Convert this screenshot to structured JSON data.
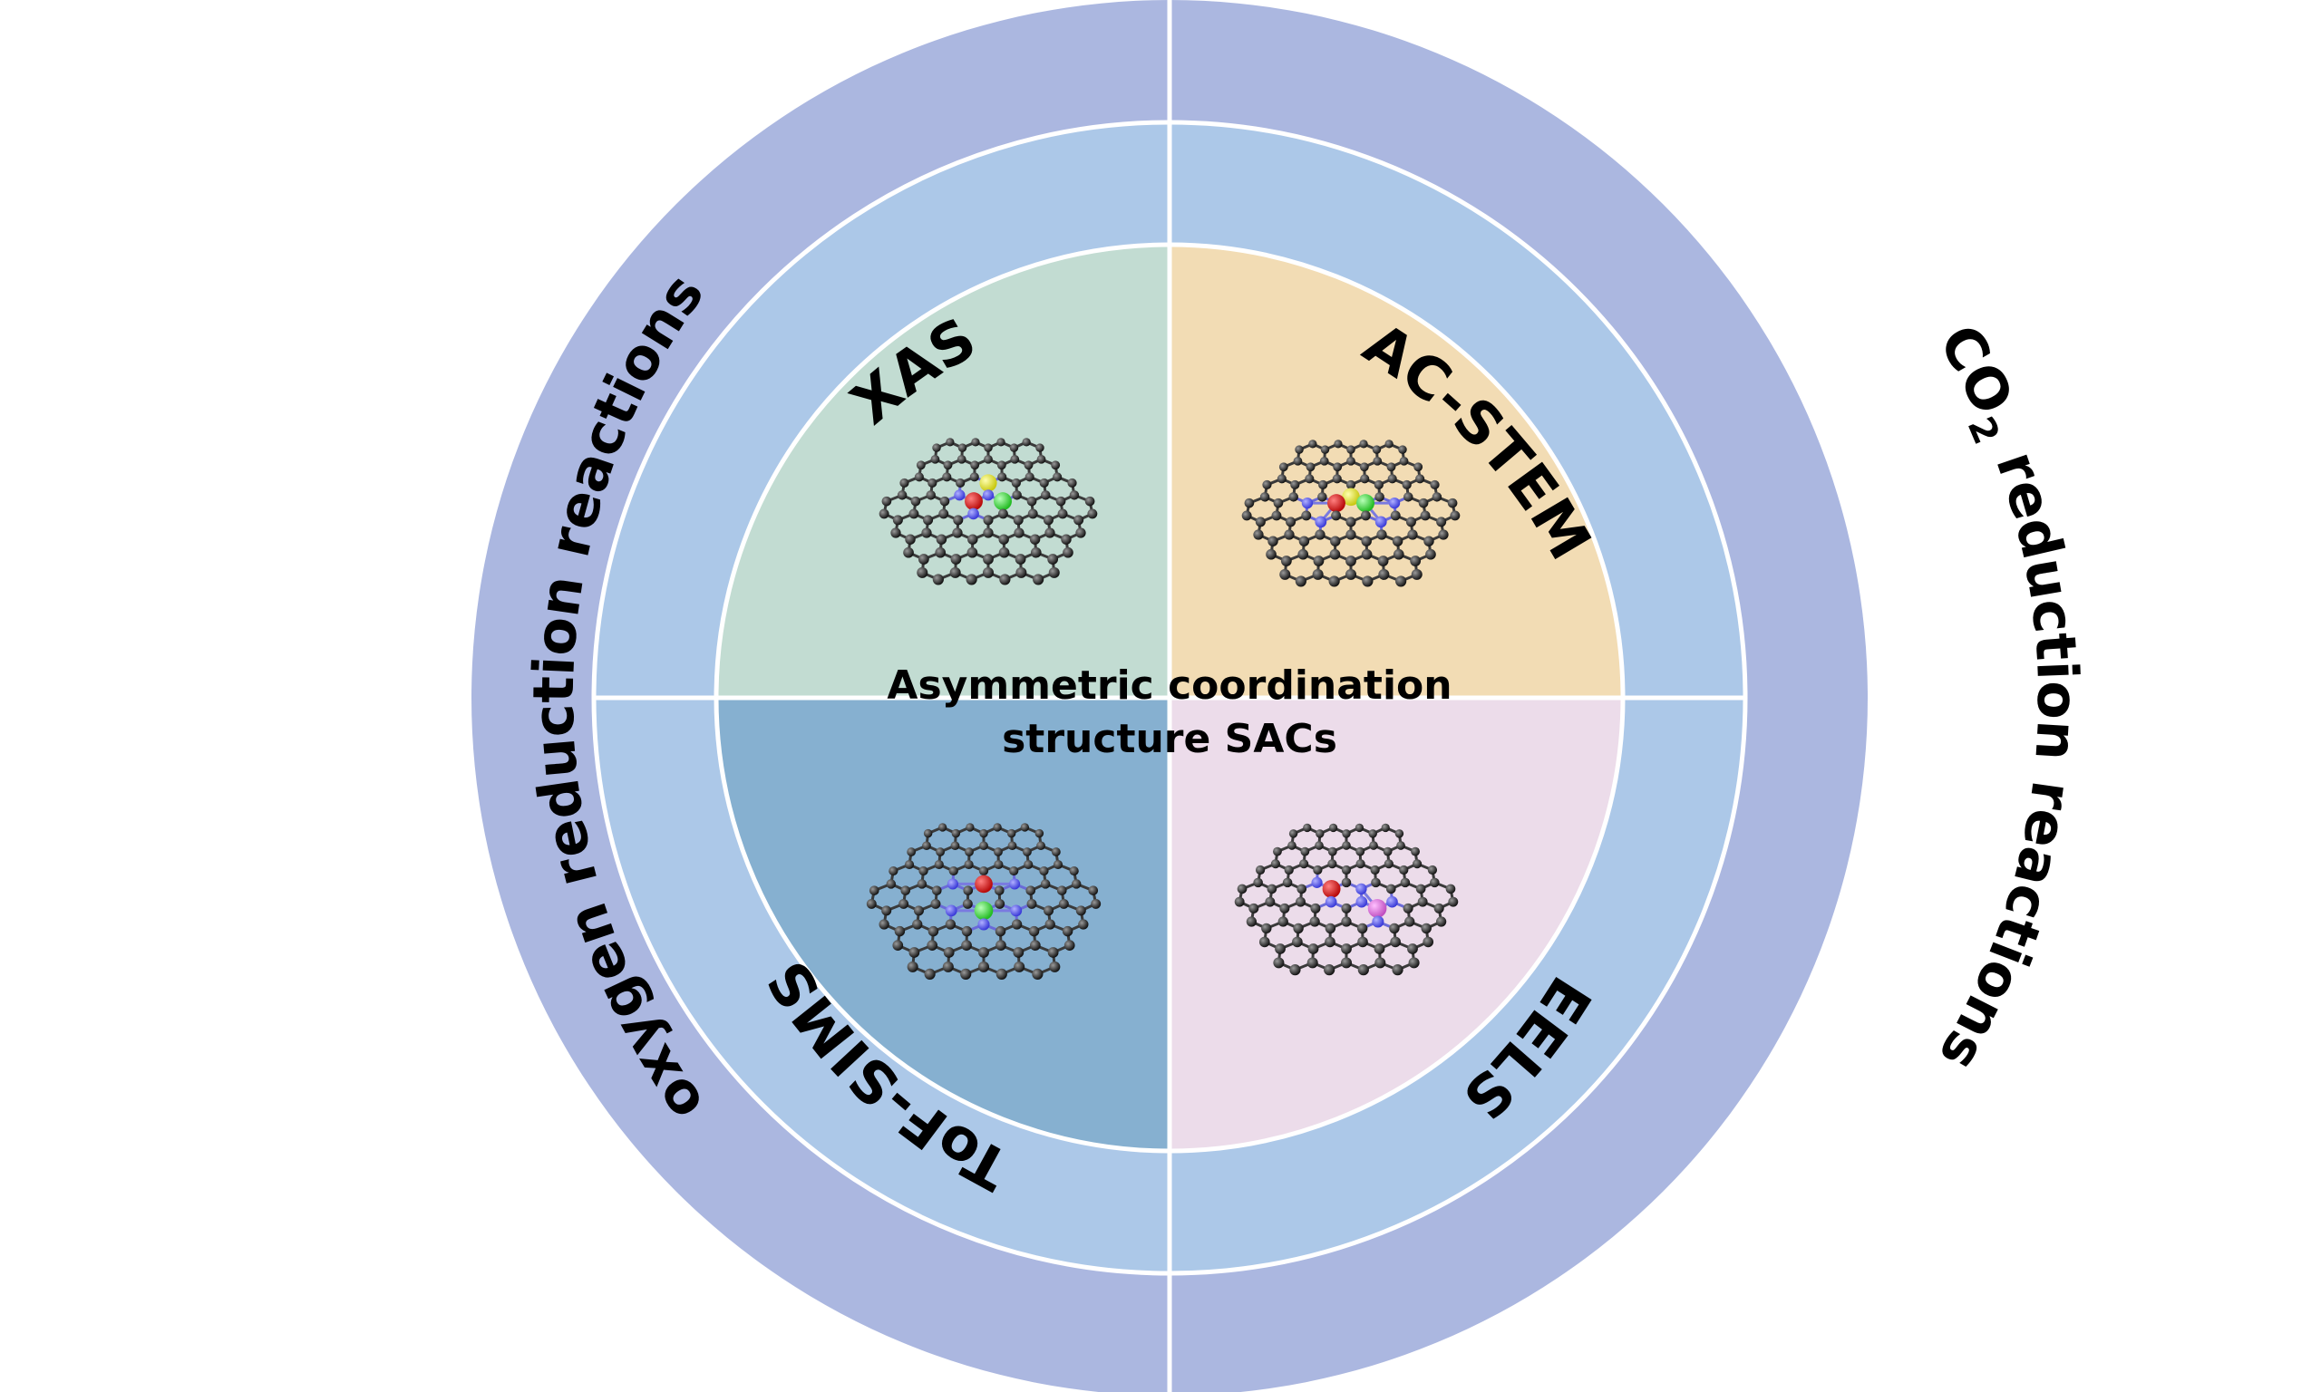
{
  "colors": {
    "outer_ring": "#abb7e0",
    "middle_ring": "#acc8e8",
    "quadrant_top_left": "#c2dcd2",
    "quadrant_top_right": "#f2dcb4",
    "quadrant_bottom_left": "#86b0d0",
    "quadrant_bottom_right": "#ecdcea",
    "divider": "#ffffff",
    "carbon_atom": "#222222",
    "nitrogen_atom": "#5a5af0",
    "metal_atom_red": "#e01818",
    "metal_atom_green": "#33dd33",
    "hetero_atom_yellow": "#e8e820",
    "metal_atom_pink": "#e070e0"
  },
  "outer_ring": {
    "left_label": "oxygen reduction reactions",
    "right_label_prefix": "CO",
    "right_label_subscript": "2",
    "right_label_suffix": " reduction reactions"
  },
  "middle_ring": {
    "top_left_label": "XAS",
    "top_right_label": "AC-STEM",
    "bottom_left_label": "ToF-SIMS",
    "bottom_right_label": "EELS"
  },
  "center": {
    "line1": "Asymmetric coordination",
    "line2": "structure SACs"
  },
  "molecules": {
    "top_left": {
      "dopants": [
        "nitrogen-atom",
        "metal-red",
        "metal-green"
      ]
    },
    "top_right": {
      "dopants": [
        "nitrogen-atom",
        "metal-red",
        "metal-green",
        "hetero-yellow"
      ]
    },
    "bottom_left": {
      "dopants": [
        "nitrogen-atom",
        "metal-red",
        "metal-green"
      ]
    },
    "bottom_right": {
      "dopants": [
        "nitrogen-atom",
        "metal-red",
        "metal-pink"
      ]
    }
  }
}
